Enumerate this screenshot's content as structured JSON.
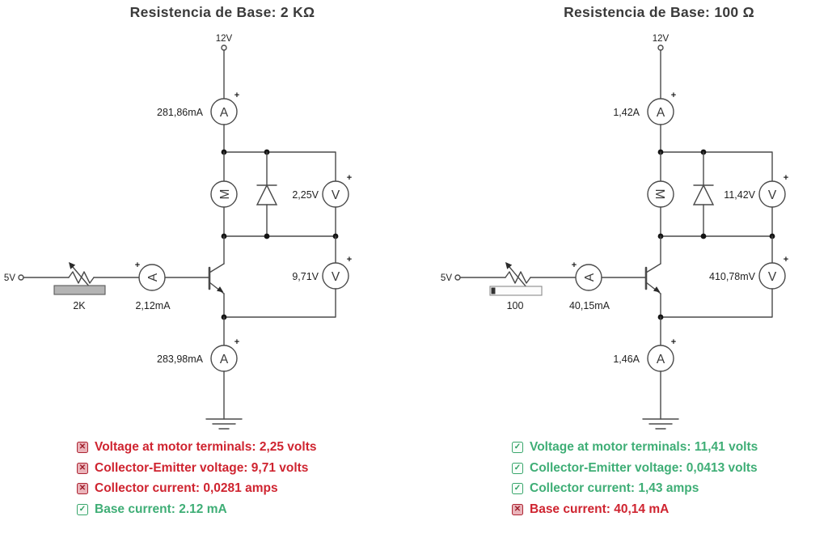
{
  "symbols": {
    "ammeter": "A",
    "voltmeter": "V",
    "motor": "M",
    "plus": "+"
  },
  "colors": {
    "pass_green": "#3fae76",
    "fail_red": "#cf2430",
    "wire": "#4a4a4a"
  },
  "panels": [
    {
      "title": "Resistencia de Base: 2 KΩ",
      "supply_label": "12V",
      "input_label": "5V",
      "resistor_label": "2K",
      "collector_ammeter_value": "281,86mA",
      "motor_voltmeter_value": "2,25V",
      "ce_voltmeter_value": "9,71V",
      "base_ammeter_value": "2,12mA",
      "emitter_ammeter_value": "283,98mA",
      "results": [
        {
          "status": "fail",
          "text": "Voltage at motor terminals: 2,25 volts"
        },
        {
          "status": "fail",
          "text": "Collector-Emitter voltage: 9,71 volts"
        },
        {
          "status": "fail",
          "text": "Collector current: 0,0281 amps"
        },
        {
          "status": "pass",
          "text": "Base current: 2.12 mA"
        }
      ]
    },
    {
      "title": "Resistencia de Base: 100 Ω",
      "supply_label": "12V",
      "input_label": "5V",
      "resistor_label": "100",
      "collector_ammeter_value": "1,42A",
      "motor_voltmeter_value": "11,42V",
      "ce_voltmeter_value": "410,78mV",
      "base_ammeter_value": "40,15mA",
      "emitter_ammeter_value": "1,46A",
      "results": [
        {
          "status": "pass",
          "text": "Voltage at motor terminals: 11,41 volts"
        },
        {
          "status": "pass",
          "text": "Collector-Emitter voltage: 0,0413 volts"
        },
        {
          "status": "pass",
          "text": "Collector current: 1,43 amps"
        },
        {
          "status": "fail",
          "text": "Base current: 40,14 mA"
        }
      ]
    }
  ]
}
